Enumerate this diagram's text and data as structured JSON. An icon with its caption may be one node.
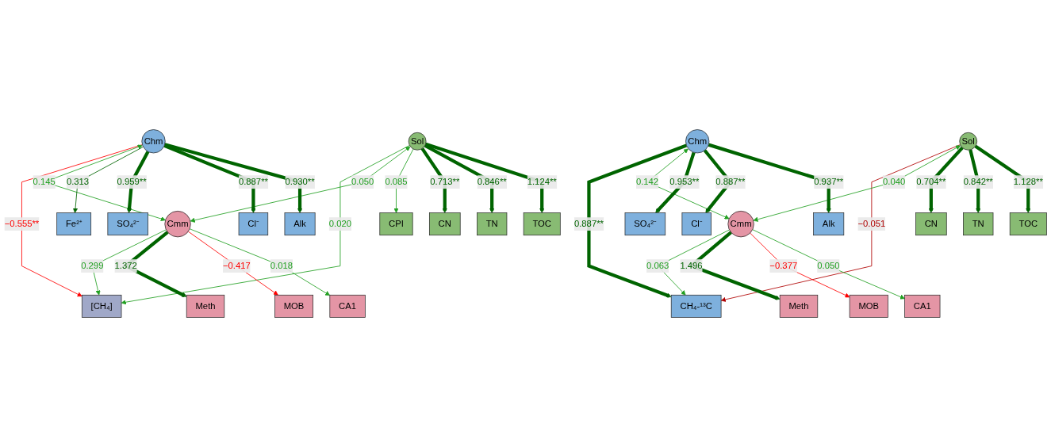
{
  "diagram": {
    "nodes": [
      {
        "text": [
          "[CH₄]"
        ]
      },
      {
        "text": [
          "Chm"
        ]
      },
      {
        "text": [
          "Sol"
        ]
      },
      {
        "text": [
          "Cmm"
        ]
      },
      {
        "text": [
          "Fe²⁺"
        ]
      },
      {
        "text": [
          "SO₄²⁻"
        ]
      },
      {
        "text": [
          "Cl⁻"
        ]
      },
      {
        "text": [
          "Alk"
        ]
      },
      {
        "text": [
          "CPI"
        ]
      },
      {
        "text": [
          "CN"
        ]
      },
      {
        "text": [
          "TN"
        ]
      },
      {
        "text": [
          "TOC"
        ]
      },
      {
        "text": [
          "Meth"
        ]
      },
      {
        "text": [
          "MOB"
        ]
      },
      {
        "text": [
          "CA1"
        ]
      },
      {
        "text": [
          "CH₄-¹³C"
        ]
      },
      {
        "text": [
          "Chm"
        ]
      },
      {
        "text": [
          "Sol"
        ]
      },
      {
        "text": [
          "Cmm"
        ]
      },
      {
        "text": [
          "SO₄²⁻"
        ]
      },
      {
        "text": [
          "Cl⁻"
        ]
      },
      {
        "text": [
          "Alk"
        ]
      },
      {
        "text": [
          "CN"
        ]
      },
      {
        "text": [
          "TN"
        ]
      },
      {
        "text": [
          "TOC"
        ]
      },
      {
        "text": [
          "Meth"
        ]
      },
      {
        "text": [
          "MOB"
        ]
      },
      {
        "text": [
          "CA1"
        ]
      }
    ],
    "edges": [
      {
        "from": 1,
        "to": 0,
        "arrow": "to",
        "label": "−0.555**",
        "color": "#ff0000"
      },
      {
        "from": 2,
        "to": 0,
        "arrow": "to",
        "label": "0.020",
        "color": "#22a022"
      },
      {
        "from": 3,
        "to": 0,
        "arrow": "to",
        "label": "0.299",
        "color": "#22a022"
      },
      {
        "from": 1,
        "to": 3,
        "arrow": "both",
        "label": "0.145",
        "color": "#22a022"
      },
      {
        "from": 2,
        "to": 3,
        "arrow": "both",
        "label": "0.050",
        "color": "#22a022"
      },
      {
        "from": 1,
        "to": 4,
        "arrow": "to",
        "label": "0.313"
      },
      {
        "from": 1,
        "to": 5,
        "arrow": "to",
        "label": "0.959**",
        "style": "thick"
      },
      {
        "from": 1,
        "to": 6,
        "arrow": "to",
        "label": "0.887**",
        "style": "thick"
      },
      {
        "from": 1,
        "to": 7,
        "arrow": "to",
        "label": "0.930**",
        "style": "thick"
      },
      {
        "from": 2,
        "to": 8,
        "arrow": "to",
        "label": "0.085",
        "color": "#22a022"
      },
      {
        "from": 2,
        "to": 9,
        "arrow": "to",
        "label": "0.713**",
        "style": "thick"
      },
      {
        "from": 2,
        "to": 10,
        "arrow": "to",
        "label": "0.846**",
        "style": "thick"
      },
      {
        "from": 2,
        "to": 11,
        "arrow": "to",
        "label": "1.124**",
        "style": "thick"
      },
      {
        "from": 3,
        "to": 12,
        "arrow": "to",
        "label": "1.372",
        "style": "thick"
      },
      {
        "from": 3,
        "to": 13,
        "arrow": "to",
        "label": "−0.417",
        "color": "#ff0000"
      },
      {
        "from": 3,
        "to": 14,
        "arrow": "to",
        "label": "0.018",
        "color": "#22a022"
      },
      {
        "from": 16,
        "to": 15,
        "arrow": "to",
        "label": "0.887**",
        "style": "thick"
      },
      {
        "from": 17,
        "to": 15,
        "arrow": "to",
        "label": "−0.051",
        "color": "#b00000"
      },
      {
        "from": 18,
        "to": 15,
        "arrow": "to",
        "label": "0.063",
        "color": "#22a022"
      },
      {
        "from": 16,
        "to": 18,
        "arrow": "both",
        "label": "0.142",
        "color": "#22a022"
      },
      {
        "from": 17,
        "to": 18,
        "arrow": "both",
        "label": "0.040",
        "color": "#22a022"
      },
      {
        "from": 16,
        "to": 19,
        "arrow": "to",
        "label": "0.953**",
        "style": "thick"
      },
      {
        "from": 16,
        "to": 20,
        "arrow": "to",
        "label": "0.887**",
        "style": "thick"
      },
      {
        "from": 16,
        "to": 21,
        "arrow": "to",
        "label": "0.937**",
        "style": "thick"
      },
      {
        "from": 17,
        "to": 22,
        "arrow": "to",
        "label": "0.704**",
        "style": "thick"
      },
      {
        "from": 17,
        "to": 23,
        "arrow": "to",
        "label": "0.842**",
        "style": "thick"
      },
      {
        "from": 17,
        "to": 24,
        "arrow": "to",
        "label": "1.128**",
        "style": "thick"
      },
      {
        "from": 18,
        "to": 25,
        "arrow": "to",
        "label": "1.496",
        "style": "thick"
      },
      {
        "from": 18,
        "to": 26,
        "arrow": "to",
        "label": "−0.377",
        "color": "#ff0000"
      },
      {
        "from": 18,
        "to": 27,
        "arrow": "to",
        "label": "0.050",
        "color": "#22a022"
      }
    ]
  }
}
